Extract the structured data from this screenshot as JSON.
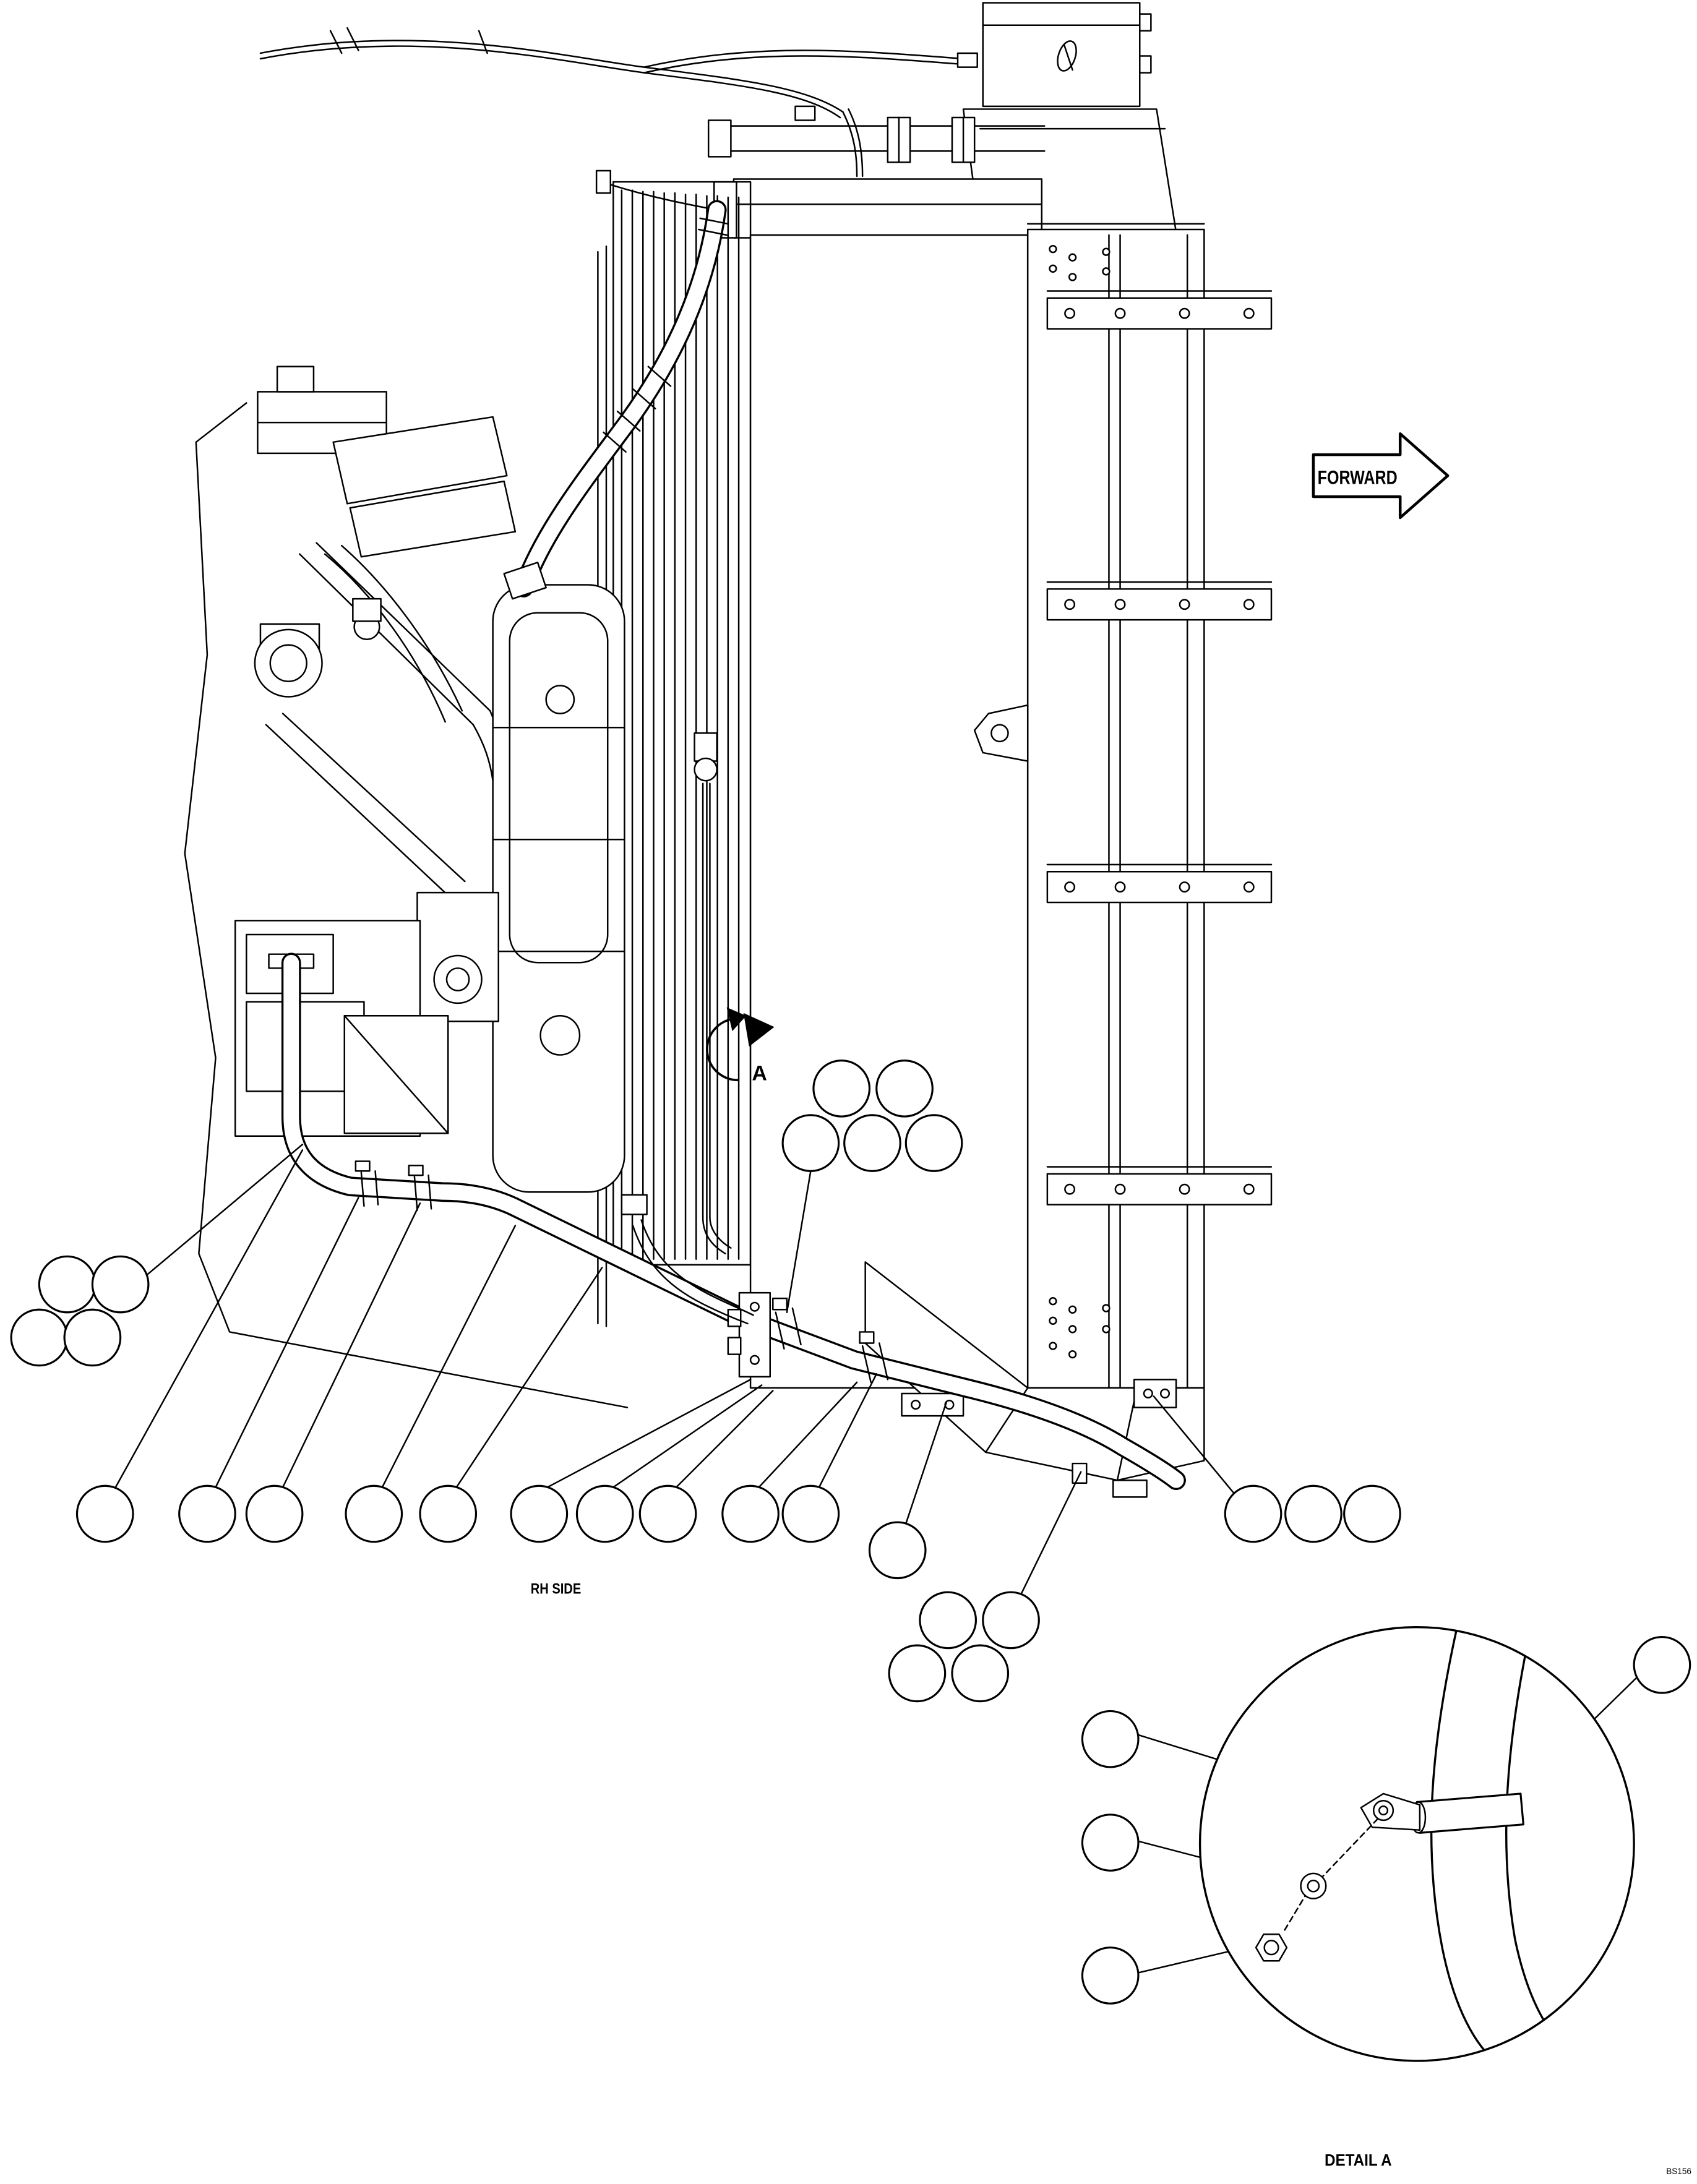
{
  "diagram": {
    "type": "parts-diagram",
    "background": "#ffffff",
    "line_color": "#000000",
    "labels": {
      "forward": "FORWARD",
      "view_marker": "A",
      "side_caption": "RH SIDE",
      "detail_caption": "DETAIL A",
      "sheet_ref": "BS156"
    },
    "callouts": {
      "style": "unnumbered-balloons",
      "balloon_count": 31
    }
  }
}
